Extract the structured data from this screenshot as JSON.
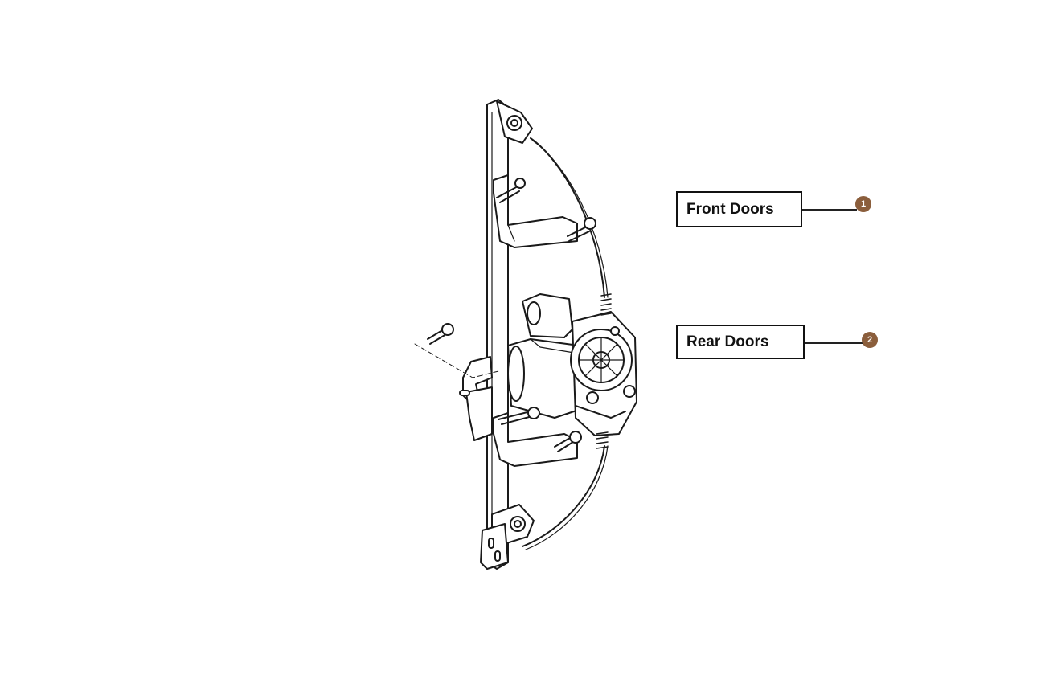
{
  "diagram": {
    "part": "window-regulator-with-motor",
    "callouts": [
      {
        "label": "Front Doors",
        "number": "1"
      },
      {
        "label": "Rear Doors",
        "number": "2"
      }
    ],
    "colors": {
      "hotspot": "#8b5e3c",
      "line": "#222222",
      "box_border": "#111111"
    }
  }
}
